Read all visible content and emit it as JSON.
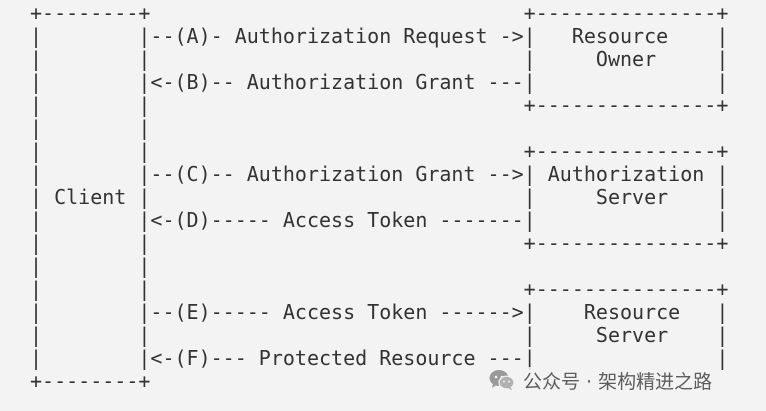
{
  "diagram": {
    "lines": [
      "+--------+                               +---------------+",
      "|        |--(A)- Authorization Request ->|   Resource    |",
      "|        |                               |     Owner     |",
      "|        |<-(B)-- Authorization Grant ---|               |",
      "|        |                               +---------------+",
      "|        |",
      "|        |                               +---------------+",
      "|        |--(C)-- Authorization Grant -->| Authorization |",
      "| Client |                               |     Server    |",
      "|        |<-(D)----- Access Token -------|               |",
      "|        |                               +---------------+",
      "|        |",
      "|        |                               +---------------+",
      "|        |--(E)----- Access Token ------>|    Resource   |",
      "|        |                               |     Server    |",
      "|        |<-(F)--- Protected Resource ---|               |",
      "+--------+"
    ]
  },
  "watermark": {
    "text": "公众号 · 架构精进之路",
    "icon": "wechat-icon"
  }
}
